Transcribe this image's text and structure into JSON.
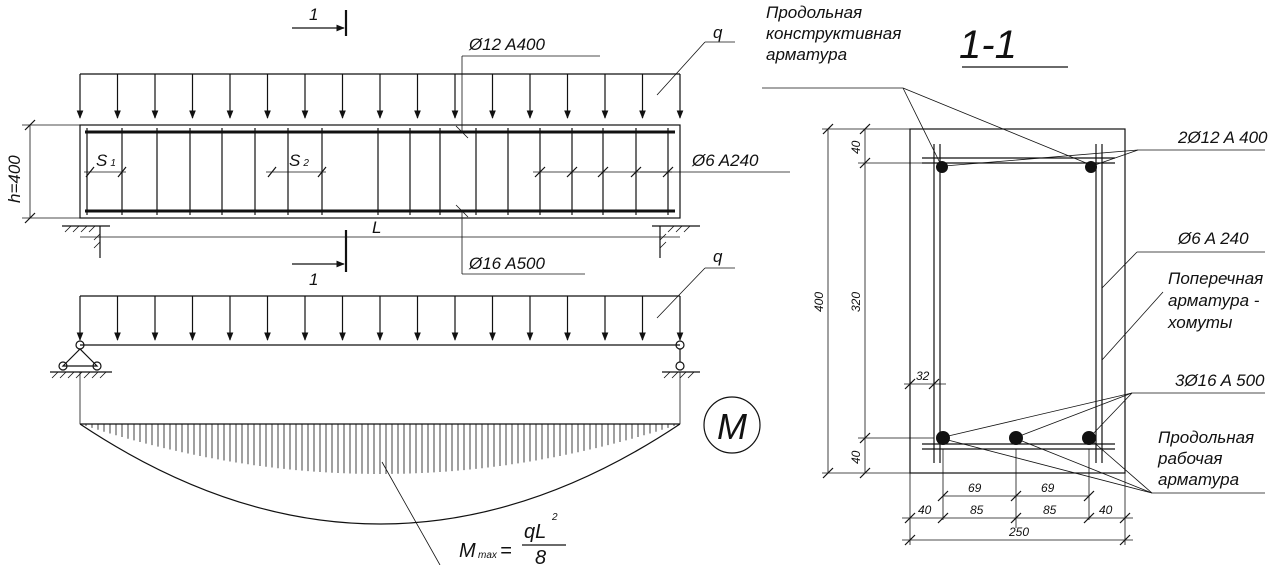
{
  "section_mark": "1",
  "load": "q",
  "span": "L",
  "height": "h=400",
  "spacing_1": "S",
  "spacing_1_sub": "1",
  "spacing_2": "S",
  "spacing_2_sub": "2",
  "top_bar": "Ø12 A400",
  "stirrups": "Ø6 A240",
  "bottom_bar": "Ø16 A500",
  "moment_symbol": "M",
  "mmax": {
    "symbol": "M",
    "sub": "max",
    "eq": "=",
    "num": "qL",
    "exp": "2",
    "den": "8"
  },
  "section": {
    "title": "1-1",
    "label_long_constr": [
      "Продольная",
      "конструктивная",
      "арматура"
    ],
    "label_top_bars": "2Ø12  A 400",
    "label_stirrups": "Ø6  A 240",
    "label_transverse": [
      "Поперечная",
      "арматура -",
      "хомуты"
    ],
    "label_bottom_bars": "3Ø16  A 500",
    "label_long_work": [
      "Продольная",
      "рабочая",
      "арматура"
    ],
    "dims": {
      "h": "400",
      "cover_top": "40",
      "mid": "320",
      "cover_bot": "40",
      "side": "32",
      "c1": "69",
      "c2": "69",
      "b1": "40",
      "b2": "85",
      "b3": "85",
      "b4": "40",
      "width": "250"
    }
  }
}
